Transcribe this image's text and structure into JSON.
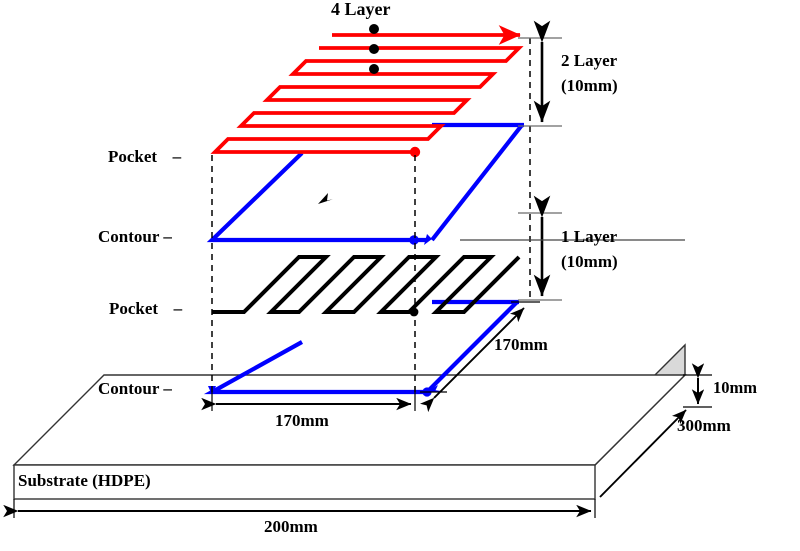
{
  "figure": {
    "title_top": "4 Layer",
    "ellipsis_dots": 3
  },
  "labels": {
    "pocket_upper": "Pocket",
    "contour_upper": "Contour",
    "pocket_lower": "Pocket",
    "contour_lower": "Contour",
    "substrate": "Substrate (HDPE)",
    "dash": "–"
  },
  "dimensions": {
    "layer2_line1": "2 Layer",
    "layer2_line2": "(10mm)",
    "layer1_line1": "1 Layer",
    "layer1_line2": "(10mm)",
    "pocket_width_front": "170mm",
    "pocket_depth_right": "170mm",
    "substrate_thickness": "10mm",
    "substrate_depth": "300mm",
    "substrate_width": "200mm"
  },
  "colors": {
    "pocket_upper_path": "#FF0000",
    "contour_path": "#0000FF",
    "pocket_lower_path": "#000000",
    "substrate_face": "#D9D9D9",
    "outline": "#000000",
    "dimension_line": "#000000",
    "background": "#FFFFFF"
  },
  "geometry": {
    "shear_dx": 90,
    "shear_dy": -90,
    "plate_width": 215,
    "upper_pocket_origin": [
      215,
      152
    ],
    "contour_upper_origin": [
      212,
      240
    ],
    "lower_pocket_origin": [
      212,
      312
    ],
    "contour_lower_origin": [
      212,
      392
    ],
    "raster_count_red": 8,
    "raster_count_black": 6
  },
  "chart_data": {
    "type": "diagram",
    "description": "Isometric schematic of a 3D-printed multi-layer deposition strategy on an HDPE substrate, showing alternating Contour and Pocket toolpaths.",
    "layers": [
      {
        "name": "Contour",
        "order": 1,
        "color": "#0000FF",
        "height_mm": 0
      },
      {
        "name": "Pocket",
        "order": 2,
        "color": "#000000",
        "height_mm": 10,
        "raster_angle": "45 degrees"
      },
      {
        "name": "Contour",
        "order": 3,
        "color": "#0000FF",
        "height_mm": 10
      },
      {
        "name": "Pocket",
        "order": 4,
        "color": "#FF0000",
        "height_mm": 20,
        "raster_angle": "0 degrees"
      }
    ],
    "annotations": [
      {
        "text": "1 Layer",
        "value_mm": 10
      },
      {
        "text": "2 Layer",
        "value_mm": 10
      },
      {
        "text": "4 Layer",
        "value_mm": null
      },
      {
        "text": "170mm",
        "axis": "x"
      },
      {
        "text": "170mm",
        "axis": "y"
      },
      {
        "text": "200mm",
        "axis": "x",
        "target": "substrate"
      },
      {
        "text": "300mm",
        "axis": "y",
        "target": "substrate"
      },
      {
        "text": "10mm",
        "axis": "z",
        "target": "substrate"
      }
    ]
  }
}
